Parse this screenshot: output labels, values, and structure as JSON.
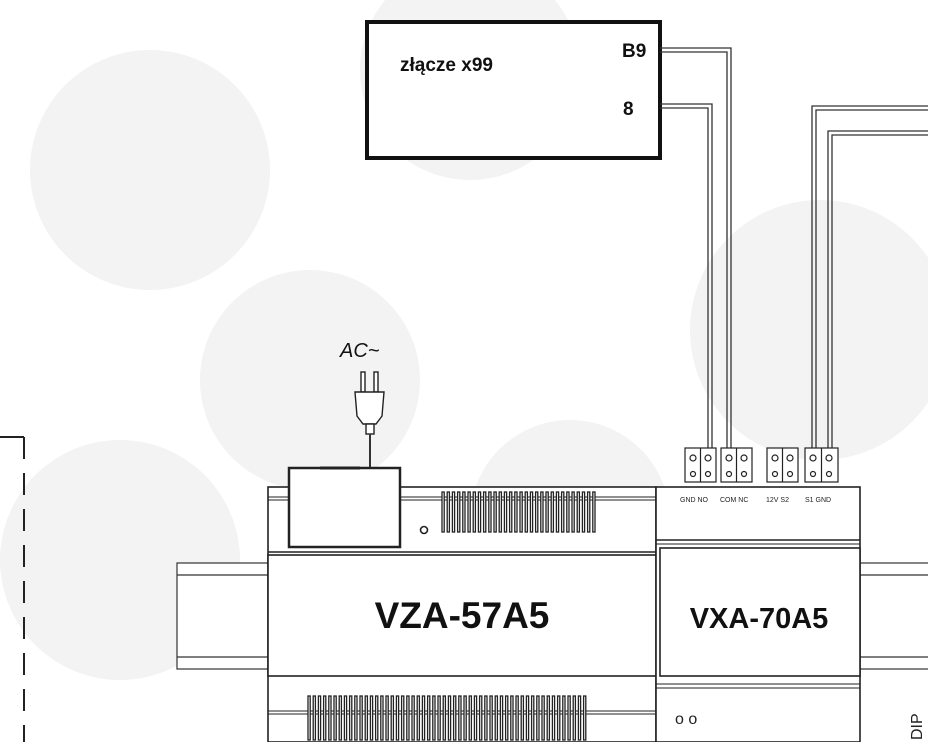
{
  "connector": {
    "label": "złącze x99",
    "pin_top": "B9",
    "pin_bottom": "8"
  },
  "power": {
    "ac_label": "AC~"
  },
  "module_left": {
    "name": "VZA-57A5"
  },
  "module_right": {
    "name": "VXA-70A5",
    "terminals": [
      {
        "text": "GND NO"
      },
      {
        "text": "COM NC"
      },
      {
        "text": "12V S2"
      },
      {
        "text": "S1 GND"
      }
    ],
    "leds": "o o"
  },
  "side_label": "DIP",
  "colors": {
    "line": "#1a1a1a",
    "box_fill": "#ffffff",
    "watermark": "#f3f3f3"
  }
}
